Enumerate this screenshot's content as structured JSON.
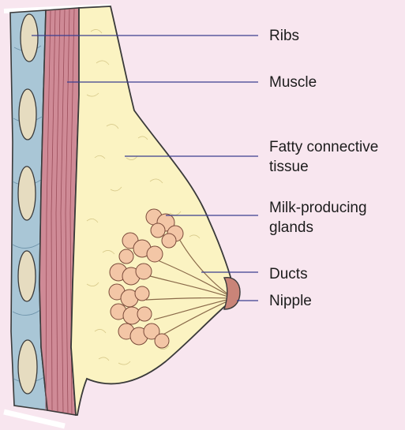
{
  "diagram": {
    "labels": {
      "ribs": "Ribs",
      "muscle": "Muscle",
      "fatty_line1": "Fatty connective",
      "fatty_line2": "tissue",
      "glands_line1": "Milk-producing",
      "glands_line2": "glands",
      "ducts": "Ducts",
      "nipple": "Nipple"
    },
    "colors": {
      "background": "#f8e6ef",
      "leader_line": "#3b3f8f",
      "rib_column": "#a9c6d6",
      "rib_bone": "#e6dcc0",
      "muscle": "#cf8a96",
      "fatty_tissue": "#fbf3c2",
      "glands": "#f3c6a6",
      "nipple": "#c98478",
      "outline": "#3a3a3a"
    }
  }
}
